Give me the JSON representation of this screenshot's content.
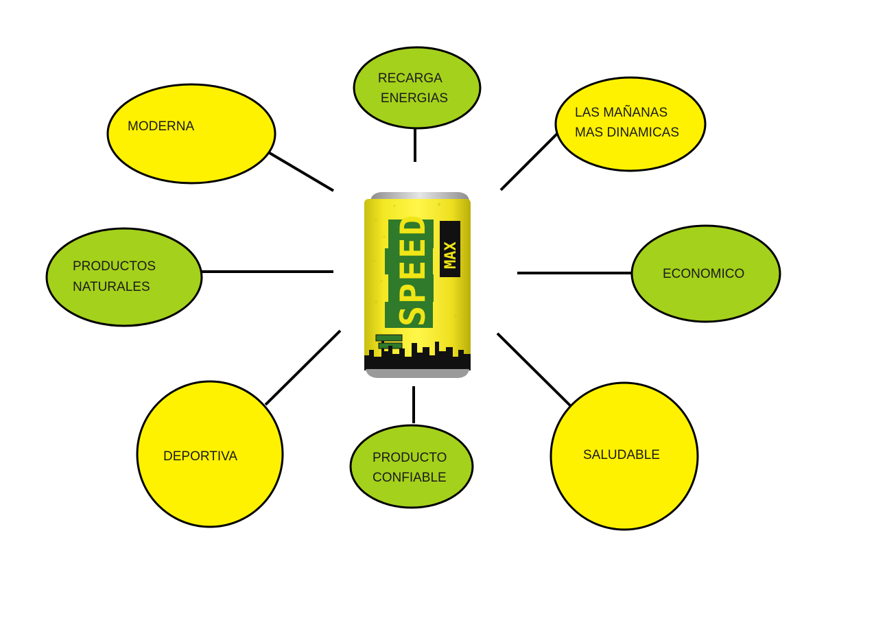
{
  "colors": {
    "yellow": "#FFF200",
    "green": "#A4D11B",
    "stroke": "#000000",
    "connector": "#000000",
    "can_yellow": "#F0E516",
    "can_green": "#2F7A2B",
    "can_black": "#111111"
  },
  "product": {
    "brand": "SPEED",
    "sub_brand": "MAX"
  },
  "nodes": [
    {
      "id": "recarga-energias",
      "lines": [
        "RECARGA",
        "ENERGIAS"
      ],
      "color": "green"
    },
    {
      "id": "moderna",
      "lines": [
        "MODERNA"
      ],
      "color": "yellow"
    },
    {
      "id": "las-mananas",
      "lines": [
        "LAS MAÑANAS",
        "MAS DINAMICAS"
      ],
      "color": "yellow"
    },
    {
      "id": "productos-naturales",
      "lines": [
        "PRODUCTOS",
        "NATURALES"
      ],
      "color": "green"
    },
    {
      "id": "economico",
      "lines": [
        "ECONOMICO"
      ],
      "color": "green"
    },
    {
      "id": "deportiva",
      "lines": [
        "DEPORTIVA"
      ],
      "color": "yellow"
    },
    {
      "id": "producto-confiable",
      "lines": [
        "PRODUCTO",
        "CONFIABLE"
      ],
      "color": "green"
    },
    {
      "id": "saludable",
      "lines": [
        "SALUDABLE"
      ],
      "color": "yellow"
    }
  ]
}
